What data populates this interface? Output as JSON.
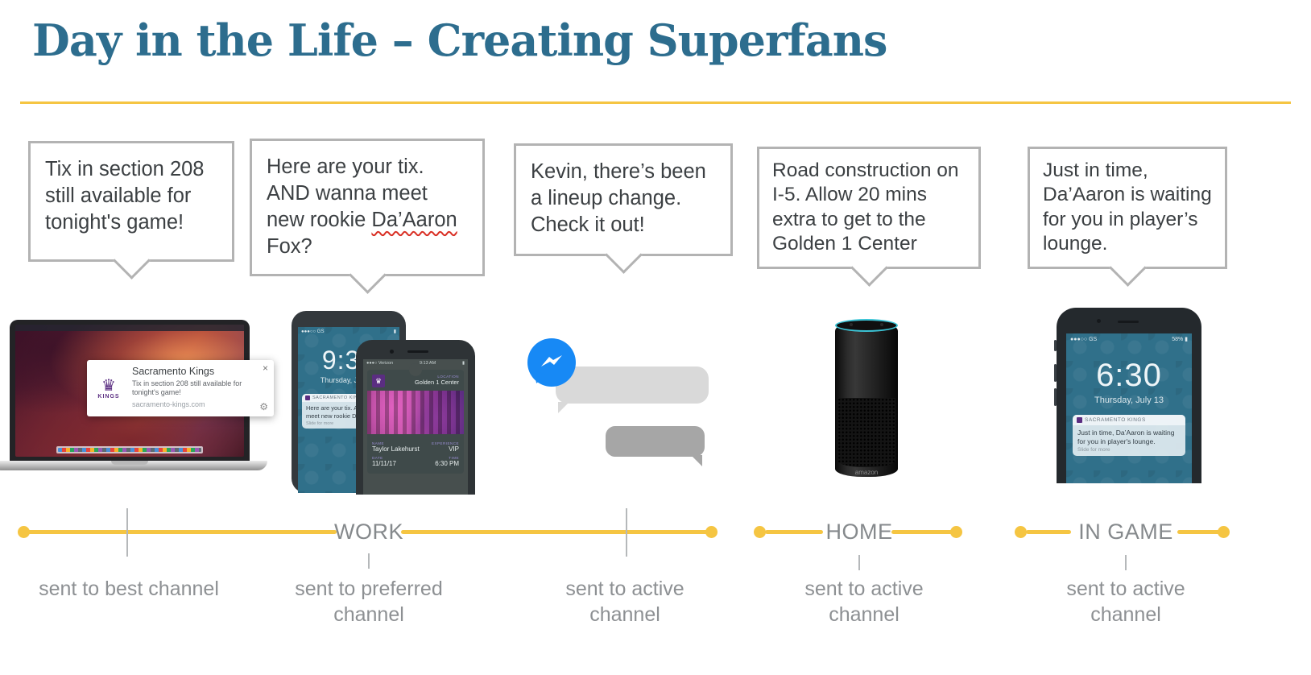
{
  "header": {
    "title": "Day in the Life – Creating Superfans"
  },
  "steps": [
    {
      "bubble": "Tix in section 208 still available for tonight's game!",
      "channel": "sent to best channel"
    },
    {
      "bubble_pre": "Here are your tix. AND wanna meet new rookie ",
      "bubble_squiggle": "Da’Aaron",
      "bubble_post": " Fox?",
      "channel": "sent to preferred channel"
    },
    {
      "bubble": "Kevin, there’s been a lineup change. Check it out!",
      "channel": "sent to active channel"
    },
    {
      "bubble": "Road construction on I-5. Allow 20 mins extra to get to the Golden 1 Center",
      "channel": "sent to active channel"
    },
    {
      "bubble": "Just in time, Da’Aaron is waiting for you in player’s lounge.",
      "channel": "sent to active channel"
    }
  ],
  "timeline": {
    "work": "WORK",
    "home": "HOME",
    "in_game": "IN GAME"
  },
  "laptop": {
    "notification": {
      "logo_crown": "♛",
      "logo_text": "KINGS",
      "title": "Sacramento Kings",
      "body": "Tix in section 208 still available for tonight's game!",
      "url": "sacramento-kings.com",
      "close_icon": "×",
      "gear_icon": "⚙"
    }
  },
  "work_phone_back": {
    "status_left": "●●●○○ GS",
    "status_right": "▮",
    "time": "9:31",
    "date": "Thursday, July 13",
    "notif_app": "SACRAMENTO KINGS",
    "notif_body": "Here are your tix. AND wanna meet new rookie Da’Aaron Fox!",
    "slide": "Slide for more"
  },
  "work_phone_front": {
    "status_left": "●●●○ Verizon",
    "status_mid": "9:13 AM",
    "status_right": "▮",
    "pass": {
      "logo_crown": "♛",
      "location_label": "LOCATION",
      "location": "Golden 1 Center",
      "name_label": "NAME",
      "name": "Taylor Lakehurst",
      "experience_label": "EXPERIENCE",
      "experience": "VIP",
      "date_label": "DATE",
      "date": "11/11/17",
      "time_label": "TIME",
      "time": "6:30 PM"
    }
  },
  "echo": {
    "brand": "amazon"
  },
  "game_phone": {
    "status_left": "●●●○○ GS",
    "status_right": "58% ▮",
    "time": "6:30",
    "date": "Thursday, July 13",
    "notif_app": "SACRAMENTO KINGS",
    "notif_body": "Just in time, Da’Aaron is waiting for you in player's lounge.",
    "slide": "Slide for more"
  }
}
